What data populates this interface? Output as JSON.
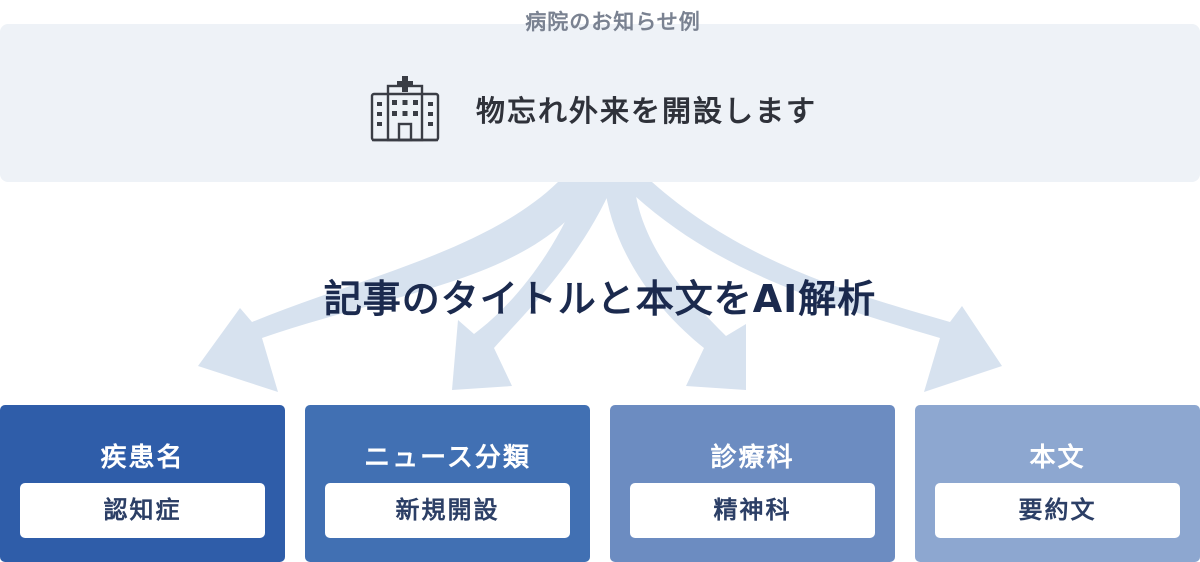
{
  "caption": "病院のお知らせ例",
  "headline": "物忘れ外来を開設します",
  "mid_title": "記事のタイトルと本文をAI解析",
  "cards": [
    {
      "title": "疾患名",
      "value": "認知症",
      "color": "#2f5da9"
    },
    {
      "title": "ニュース分類",
      "value": "新規開設",
      "color": "#4170b3"
    },
    {
      "title": "診療科",
      "value": "精神科",
      "color": "#6c8cc1"
    },
    {
      "title": "本文",
      "value": "要約文",
      "color": "#8da7d0"
    }
  ],
  "colors": {
    "panel": "#eef2f7",
    "arrow": "#d7e2ef",
    "title": "#1b2a4e"
  }
}
